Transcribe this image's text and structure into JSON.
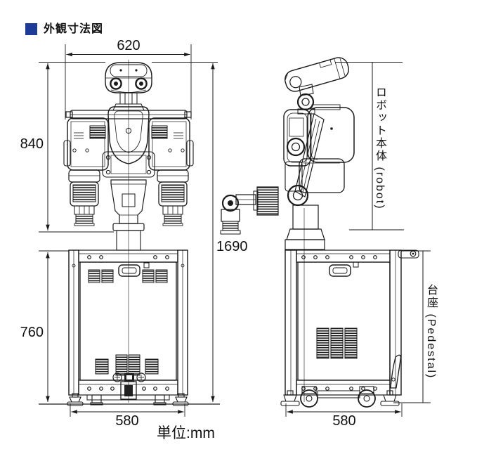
{
  "title": {
    "text": "外観寸法図"
  },
  "colors": {
    "accent_square": "#1e3b97",
    "line": "#1a1a1a",
    "background": "#ffffff"
  },
  "unit_note": "単位:mm",
  "dimensions": {
    "top_width_mm": "620",
    "robot_height_mm": "840",
    "total_height_mm": "1690",
    "pedestal_height_mm": "760",
    "front_base_width_mm": "580",
    "side_base_width_mm": "580"
  },
  "labels": {
    "robot_body": "ロボット本体 (robot)",
    "pedestal": "台座 (Pedestal)"
  }
}
